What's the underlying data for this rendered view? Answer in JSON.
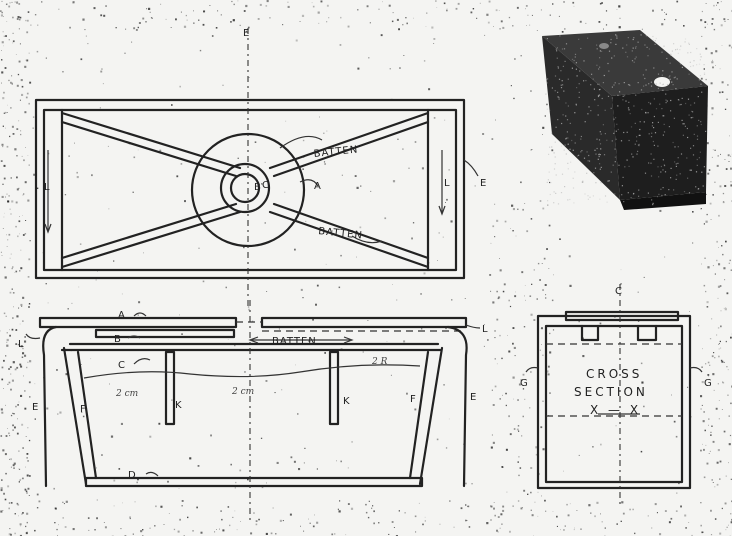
{
  "labels": {
    "top_center": "E",
    "batten_top": "BATTEN",
    "batten_bottom": "BATTEN",
    "batten_side": "BATTEN",
    "inner_b": "B",
    "inner_c": "C",
    "ring_a": "A",
    "left_l": "L",
    "right_l": "L",
    "right_e": "E",
    "side_a": "A",
    "side_b": "B",
    "side_c": "C",
    "side_l_left": "L",
    "side_l_right": "L",
    "side_e_left": "E",
    "side_e_right": "E",
    "side_f_left": "F",
    "side_f_right": "F",
    "side_k_left": "K",
    "side_k_right": "K",
    "side_d": "D",
    "cross_top": "C",
    "cross_g_left": "G",
    "cross_g_right": "G",
    "cross_title_1": "CROSS",
    "cross_title_2": "SECTION",
    "cross_mark": "X — X"
  },
  "annotations": {
    "scribble_1": "2 R",
    "scribble_2": "2 cm",
    "scribble_3": "2 cm"
  },
  "colors": {
    "paper": "#f4f4f2",
    "ink": "#222222",
    "speckle": "#1a1a1a"
  }
}
